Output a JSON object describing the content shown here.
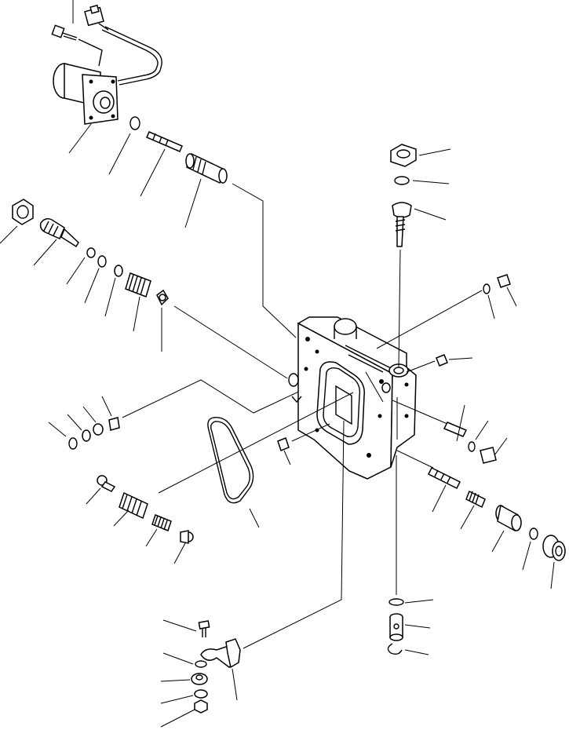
{
  "diagram": {
    "subject": "exploded-parts-view",
    "background_color": "#ffffff",
    "line_color": "#000000",
    "parts": [
      "solenoid-valve",
      "harness-connector",
      "mounting-bolt",
      "o-ring",
      "spool",
      "sleeve",
      "lock-nut",
      "adjusting-screw",
      "washer",
      "spring",
      "retainer",
      "valve-body",
      "gasket",
      "plug",
      "pin",
      "spring-seat",
      "lever",
      "snap-ring"
    ]
  }
}
